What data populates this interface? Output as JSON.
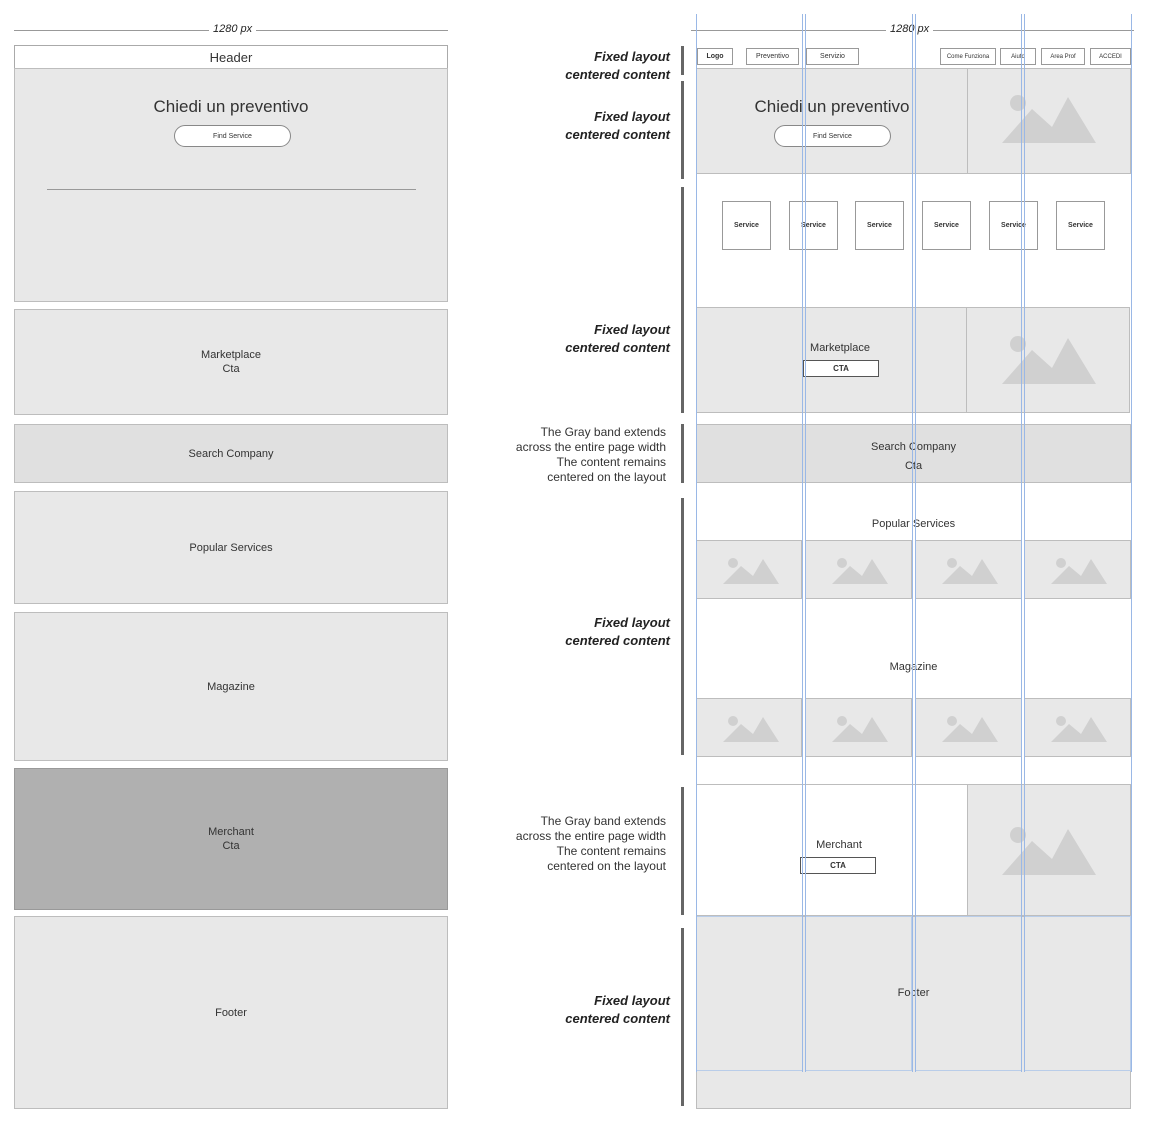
{
  "width_label": "1280 px",
  "left": {
    "header": "Header",
    "hero_title": "Chiedi un preventivo",
    "hero_button": "Find Service",
    "marketplace": [
      "Marketplace",
      "Cta"
    ],
    "search_company": "Search Company",
    "popular_services": "Popular Services",
    "magazine": "Magazine",
    "merchant": [
      "Merchant",
      "Cta"
    ],
    "footer": "Footer"
  },
  "notes": {
    "fixed": [
      "Fixed layout",
      "centered content"
    ],
    "gray_band": [
      "The Gray band extends",
      "across the entire page width",
      "The content remains",
      "centered on the layout"
    ]
  },
  "right": {
    "nav": {
      "logo": "Logo",
      "left_items": [
        "Preventivo",
        "Servizio"
      ],
      "right_items": [
        "Come Funziona",
        "Aiuto",
        "Area Prof",
        "ACCEDI"
      ]
    },
    "hero_title": "Chiedi un preventivo",
    "hero_button": "Find Service",
    "services": [
      "Service",
      "Service",
      "Service",
      "Service",
      "Service",
      "Service"
    ],
    "marketplace_title": "Marketplace",
    "marketplace_cta": "CTA",
    "search_company": "Search Company",
    "search_cta": "Cta",
    "popular_services": "Popular Services",
    "magazine": "Magazine",
    "merchant_title": "Merchant",
    "merchant_cta": "CTA",
    "footer": "Footer"
  },
  "colors": {
    "panel": "#e8e8e8",
    "band": "#e0e0e0",
    "merchant_dark": "#b0b0b0",
    "guide": "#9ab8e6",
    "placeholder": "#d0d0d0"
  }
}
